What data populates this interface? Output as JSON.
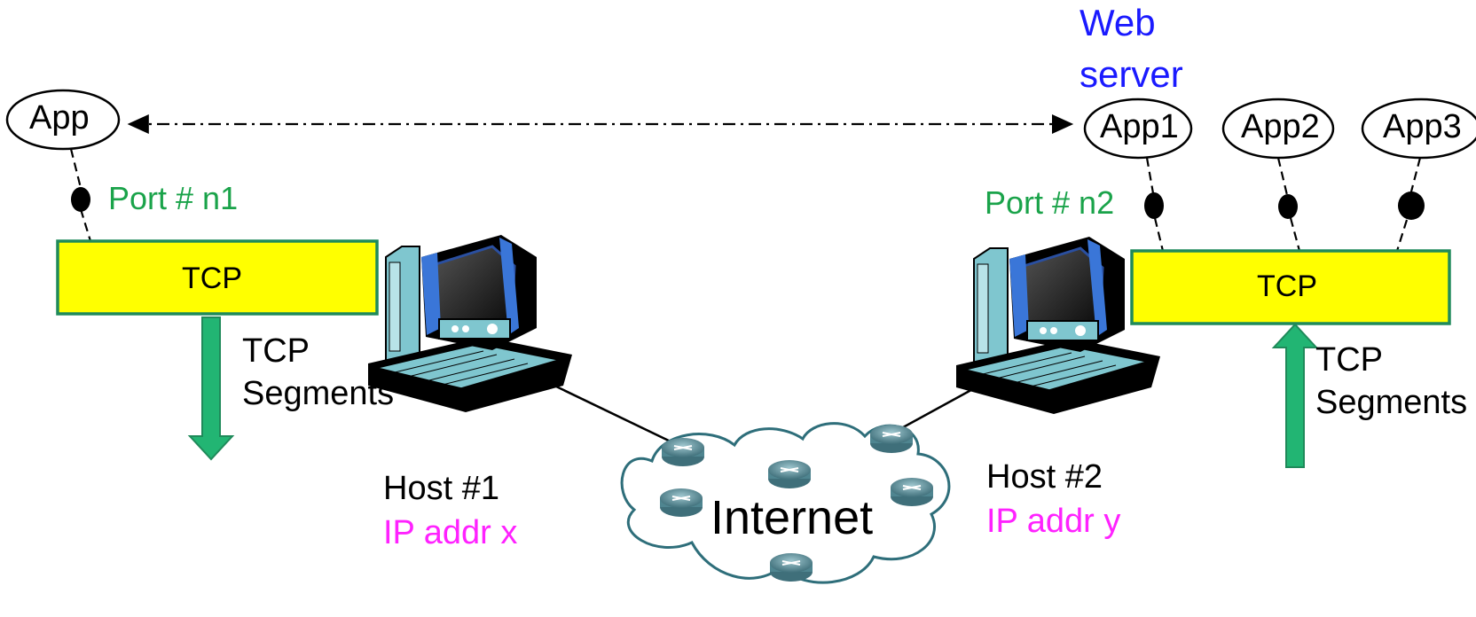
{
  "left_host": {
    "app_label": "App",
    "port_label": "Port # n1",
    "tcp_label": "TCP",
    "segments_line1": "TCP",
    "segments_line2": "Segments",
    "host_label": "Host #1",
    "ip_label": "IP addr x"
  },
  "right_host": {
    "server_line1": "Web",
    "server_line2": "server",
    "apps": [
      "App1",
      "App2",
      "App3"
    ],
    "port_label": "Port # n2",
    "tcp_label": "TCP",
    "segments_line1": "TCP",
    "segments_line2": "Segments",
    "host_label": "Host #2",
    "ip_label": "IP addr y"
  },
  "network": {
    "cloud_label": "Internet"
  },
  "colors": {
    "tcp_fill": "#ffff00",
    "tcp_border": "#1f8a5a",
    "arrow": "#22b573",
    "port_text": "#1aa34a",
    "ip_text": "#ff22ff",
    "server_text": "#1a1aff"
  }
}
